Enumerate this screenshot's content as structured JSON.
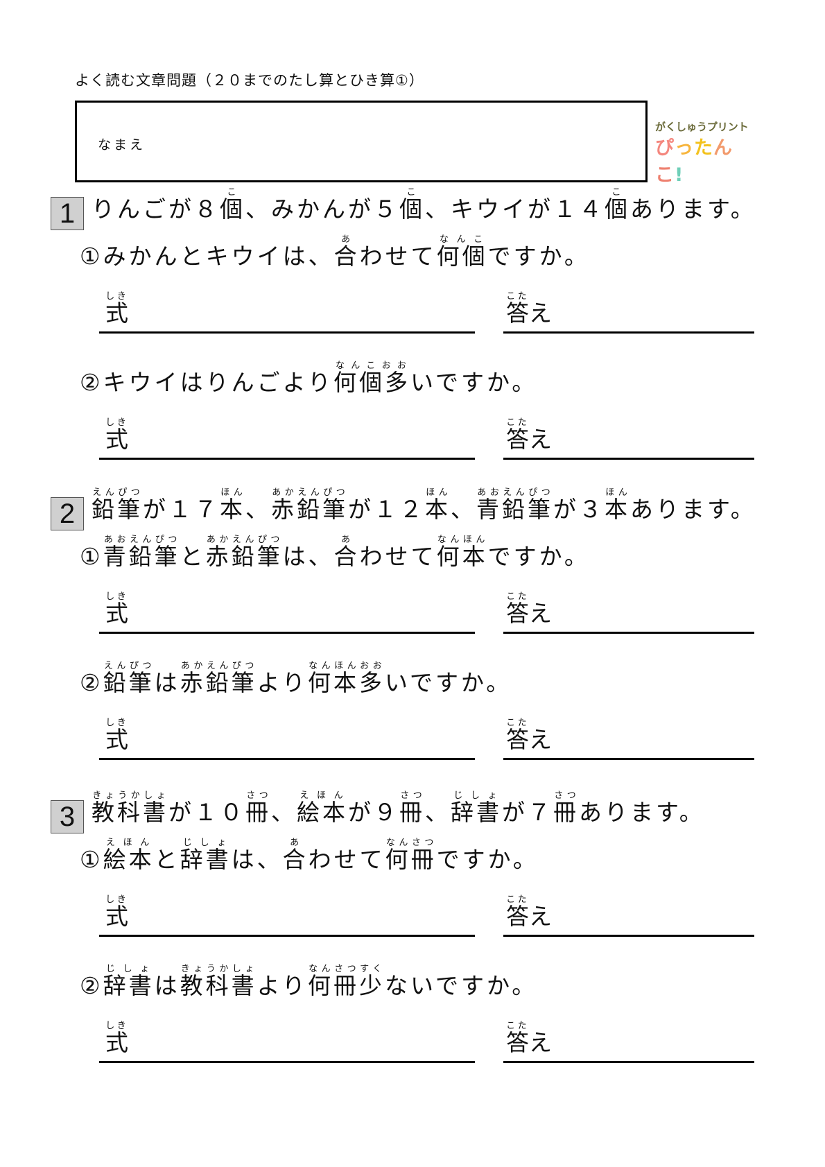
{
  "header": {
    "title": "よく読む文章問題（２０までのたし算とひき算①）",
    "name_label": "なまえ",
    "logo_top": "がくしゅうプリント",
    "logo_bottom": [
      "ぴ",
      "っ",
      "た",
      "ん",
      "こ",
      "!"
    ]
  },
  "labels": {
    "formula": {
      "base": "式",
      "ruby": "しき"
    },
    "answer_base": "答",
    "answer_ruby": "こた",
    "answer_tail": "え"
  },
  "problems": [
    {
      "number": "1",
      "statement": [
        {
          "t": "りんごが８"
        },
        {
          "t": "個",
          "r": "こ"
        },
        {
          "t": "、みかんが５"
        },
        {
          "t": "個",
          "r": "こ"
        },
        {
          "t": "、キウイが１４"
        },
        {
          "t": "個",
          "r": "こ"
        },
        {
          "t": "あります。"
        }
      ],
      "questions": [
        {
          "label": "①",
          "parts": [
            {
              "t": "みかんとキウイは、"
            },
            {
              "t": "合",
              "r": "あ"
            },
            {
              "t": "わせて"
            },
            {
              "t": "何個",
              "r": "なんこ"
            },
            {
              "t": "ですか。"
            }
          ]
        },
        {
          "label": "②",
          "parts": [
            {
              "t": "キウイはりんごより"
            },
            {
              "t": "何個多",
              "r": "なんこおお"
            },
            {
              "t": "いですか。"
            }
          ]
        }
      ]
    },
    {
      "number": "2",
      "statement": [
        {
          "t": "鉛筆",
          "r": "えんぴつ"
        },
        {
          "t": "が１７"
        },
        {
          "t": "本",
          "r": "ほん"
        },
        {
          "t": "、"
        },
        {
          "t": "赤鉛筆",
          "r": "あかえんぴつ"
        },
        {
          "t": "が１２"
        },
        {
          "t": "本",
          "r": "ほん"
        },
        {
          "t": "、"
        },
        {
          "t": "青鉛筆",
          "r": "あおえんぴつ"
        },
        {
          "t": "が３"
        },
        {
          "t": "本",
          "r": "ほん"
        },
        {
          "t": "あります。"
        }
      ],
      "questions": [
        {
          "label": "①",
          "parts": [
            {
              "t": "青鉛筆",
              "r": "あおえんぴつ"
            },
            {
              "t": "と"
            },
            {
              "t": "赤鉛筆",
              "r": "あかえんぴつ"
            },
            {
              "t": "は、"
            },
            {
              "t": "合",
              "r": "あ"
            },
            {
              "t": "わせて"
            },
            {
              "t": "何本",
              "r": "なんほん"
            },
            {
              "t": "ですか。"
            }
          ]
        },
        {
          "label": "②",
          "parts": [
            {
              "t": "鉛筆",
              "r": "えんぴつ"
            },
            {
              "t": "は"
            },
            {
              "t": "赤鉛筆",
              "r": "あかえんぴつ"
            },
            {
              "t": "より"
            },
            {
              "t": "何本多",
              "r": "なんほんおお"
            },
            {
              "t": "いですか。"
            }
          ]
        }
      ]
    },
    {
      "number": "3",
      "statement": [
        {
          "t": "教科書",
          "r": "きょうかしょ"
        },
        {
          "t": "が１０"
        },
        {
          "t": "冊",
          "r": "さつ"
        },
        {
          "t": "、"
        },
        {
          "t": "絵本",
          "r": "えほん"
        },
        {
          "t": "が９"
        },
        {
          "t": "冊",
          "r": "さつ"
        },
        {
          "t": "、"
        },
        {
          "t": "辞書",
          "r": "じしょ"
        },
        {
          "t": "が７"
        },
        {
          "t": "冊",
          "r": "さつ"
        },
        {
          "t": "あります。"
        }
      ],
      "questions": [
        {
          "label": "①",
          "parts": [
            {
              "t": "絵本",
              "r": "えほん"
            },
            {
              "t": "と"
            },
            {
              "t": "辞書",
              "r": "じしょ"
            },
            {
              "t": "は、"
            },
            {
              "t": "合",
              "r": "あ"
            },
            {
              "t": "わせて"
            },
            {
              "t": "何冊",
              "r": "なんさつ"
            },
            {
              "t": "ですか。"
            }
          ]
        },
        {
          "label": "②",
          "parts": [
            {
              "t": "辞書",
              "r": "じしょ"
            },
            {
              "t": "は"
            },
            {
              "t": "教科書",
              "r": "きょうかしょ"
            },
            {
              "t": "より"
            },
            {
              "t": "何冊少",
              "r": "なんさつすく"
            },
            {
              "t": "ないですか。"
            }
          ]
        }
      ]
    }
  ],
  "colors": {
    "number_box_bg": "#d0d0d0",
    "rule": "#000000"
  }
}
